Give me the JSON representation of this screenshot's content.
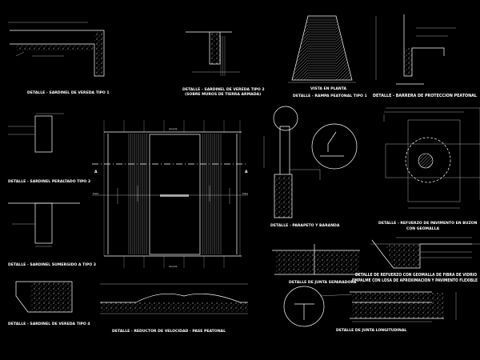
{
  "titles": {
    "vereda_tipo1": "DETALLE - SARDINEL DE VEREDA TIPO 1",
    "vereda_tipo2": "DETALLE - SARDINEL DE VEREDA TIPO 2",
    "vereda_tipo2_sub": "(SOBRE MUROS DE TIERRA ARMADA)",
    "vista_planta": "VISTA EN PLANTA",
    "rampa": "DETALLE - RAMPA PEATONAL TIPO 1",
    "barrera": "DETALLE - BARRERA DE PROTECCION PEATONAL",
    "peraltado": "DETALLE - SARDINEL PERALTADO TIPO 2",
    "sumergido": "DETALLE - SARDINEL SUMERGIDO A TIPO 3",
    "vereda_tipo4": "DETALLE - SARDINEL DE VEREDA TIPO 4",
    "reductor": "DETALLE - REDUCTOR DE VELOCIDAD - PASE PEATONAL",
    "parapeto": "DETALLE - PARAPETO Y BARANDA",
    "refuerzo_buzon_1": "DETALLE - REFUERZO DE PAVIMENTO EN BUZON",
    "refuerzo_buzon_2": "CON GEOMALLA",
    "junta_separadora": "DETALLE DE JUNTA SEPARADORA",
    "geomalla_1": "DETALLE DE REFUERZO CON GEOMALLA DE FIBRA DE VIDRIO",
    "geomalla_2": "EMPALME CON LOSA DE APROXIMACION Y PAVIMENTO FLEXIBLE",
    "junta_longitudinal": "DETALLE DE JUNTA LONGITUDINAL"
  },
  "labels": {
    "section_a": "A",
    "vereda": "Vereda",
    "pista": "Pista"
  },
  "colors": {
    "background": "#000000",
    "lines": "#ffffff"
  }
}
